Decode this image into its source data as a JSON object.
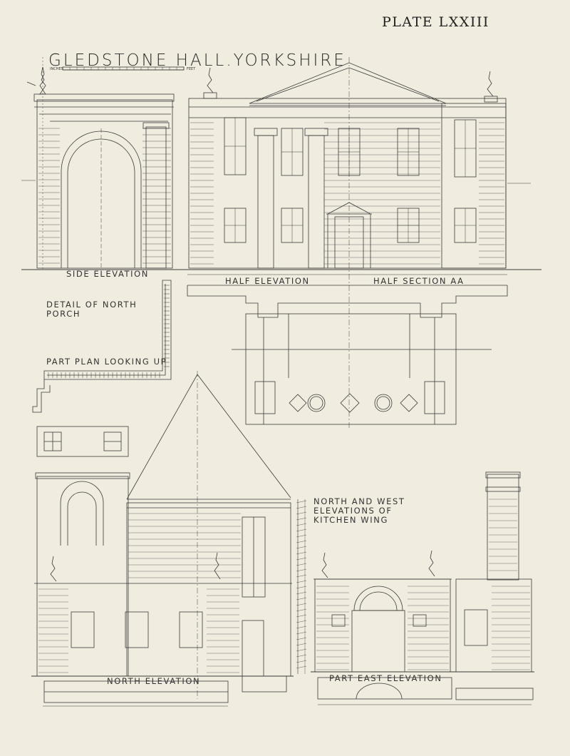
{
  "plate": "PLATE LXXIII",
  "title": "GLEDSTONE HALL.YORKSHIRE",
  "scale_units": {
    "inches": "INCHES",
    "feet": "FEET"
  },
  "labels": {
    "side_elevation": "SIDE ELEVATION",
    "half_elevation": "HALF ELEVATION",
    "half_section": "HALF SECTION AA",
    "detail_north_porch": [
      "DETAIL OF NORTH",
      "PORCH"
    ],
    "part_plan": "PART PLAN LOOKING UP",
    "kitchen_wing": [
      "NORTH AND WEST",
      "ELEVATIONS OF",
      "KITCHEN   WING"
    ],
    "north_elevation": "NORTH ELEVATION",
    "part_east_elevation": "PART EAST ELEVATION"
  },
  "colors": {
    "paper": "#f1ece0",
    "ink": "#3a3a3a"
  }
}
